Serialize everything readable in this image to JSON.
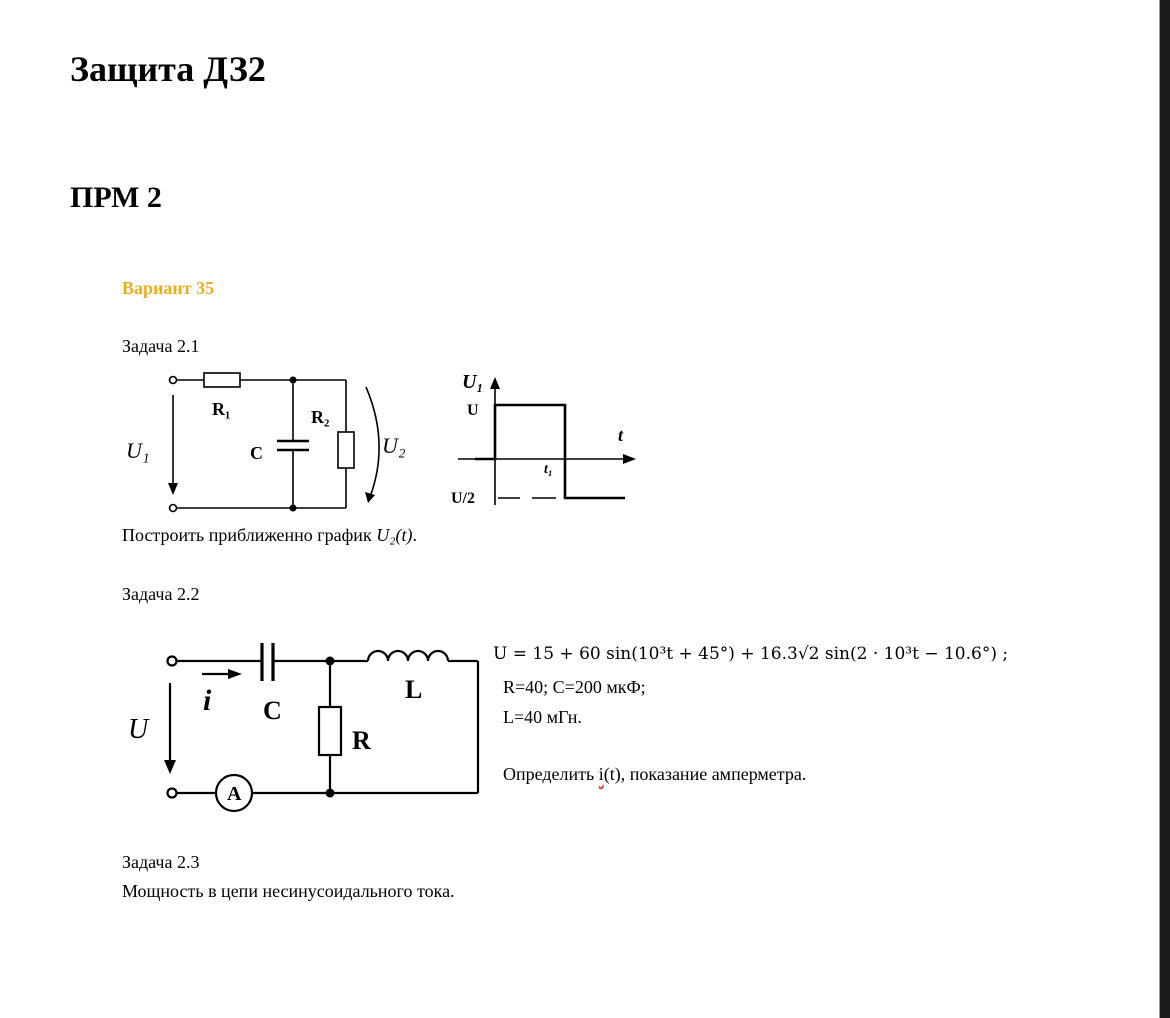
{
  "page": {
    "title": "Защита ДЗ2",
    "subtitle": "ПРМ 2",
    "variant": "Вариант 35"
  },
  "task1": {
    "heading": "Задача 2.1",
    "labels": {
      "R1": "R₁",
      "R2": "R₂",
      "C": "C",
      "U1": "U₁",
      "U2": "U₂"
    },
    "graph": {
      "y_label": "U₁",
      "x_label": "t",
      "level_high": "U",
      "level_low": "U/2",
      "t_mark": "t₁"
    },
    "instruction_prefix": "Построить приближенно график ",
    "instruction_func": "U₂(t)",
    "instruction_suffix": "."
  },
  "task2": {
    "heading": "Задача 2.2",
    "labels": {
      "U": "U",
      "i": "i",
      "C": "C",
      "R": "R",
      "L": "L",
      "A": "A"
    },
    "formula": "U = 15 + 60 sin(10³t + 45°) + 16.3√2 sin(2 · 10³t − 10.6°) ;",
    "params_line1": "R=40; C=200 мкФ;",
    "params_line2": "L=40 мГн.",
    "question_prefix": "Определить ",
    "question_var": "i",
    "question_suffix": "(t), показание амперметра."
  },
  "task3": {
    "heading": "Задача 2.3",
    "text": "Мощность в цепи несинусоидального тока."
  }
}
